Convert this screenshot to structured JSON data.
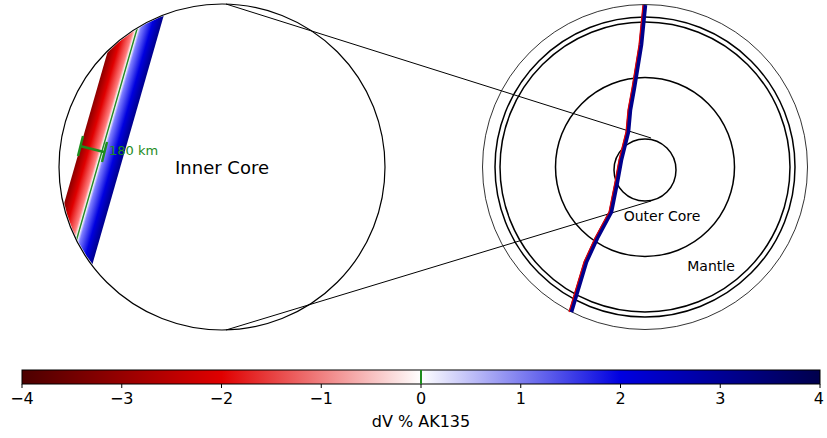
{
  "diagram": {
    "nodes": [
      {
        "text": [
          "Inner Core"
        ]
      },
      {
        "text": [
          "Mantle"
        ]
      },
      {
        "text": [
          "Outer Core"
        ],
        "in": 1
      }
    ],
    "labels": [
      "180 km",
      "−4",
      "−3",
      "−2",
      "−1",
      "0",
      "1",
      "2",
      "3",
      "4",
      "dV % AK135"
    ]
  }
}
